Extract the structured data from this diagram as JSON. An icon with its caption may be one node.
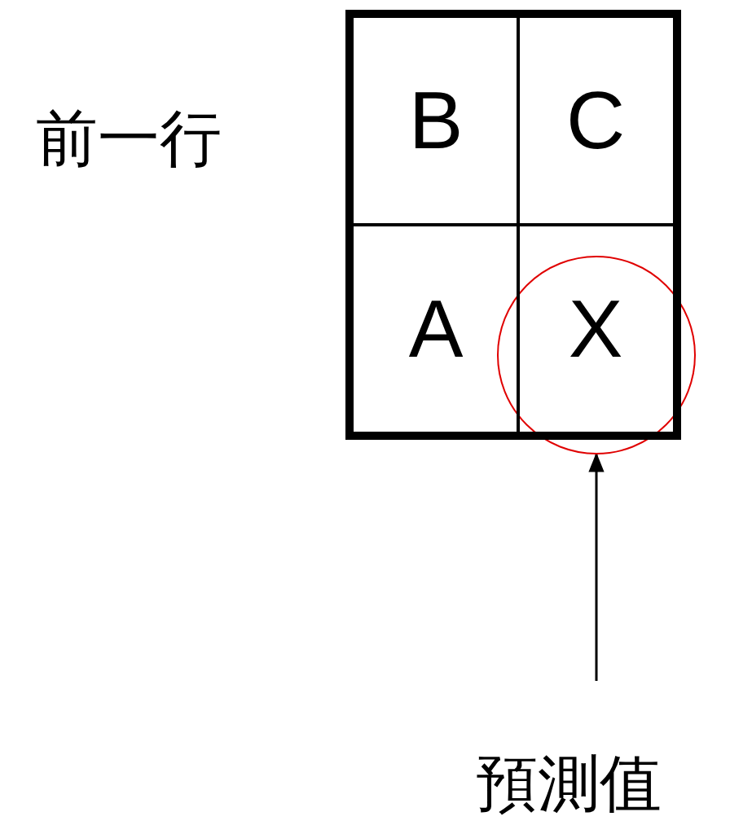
{
  "diagram": {
    "nodes": [
      {
        "text": [],
        "shape": "box"
      },
      {
        "text": [
          "B"
        ],
        "in": 0
      },
      {
        "text": [
          "C"
        ],
        "in": 0
      },
      {
        "text": [
          "A"
        ],
        "in": 0
      },
      {
        "text": [
          "X"
        ],
        "in": 0
      },
      {
        "text": [],
        "shape": "circle"
      },
      {
        "text": [
          "預測值"
        ]
      }
    ],
    "edges": [
      {
        "from": 6,
        "to": 5,
        "arrow": "to"
      }
    ],
    "labels": [
      "前一行"
    ]
  }
}
